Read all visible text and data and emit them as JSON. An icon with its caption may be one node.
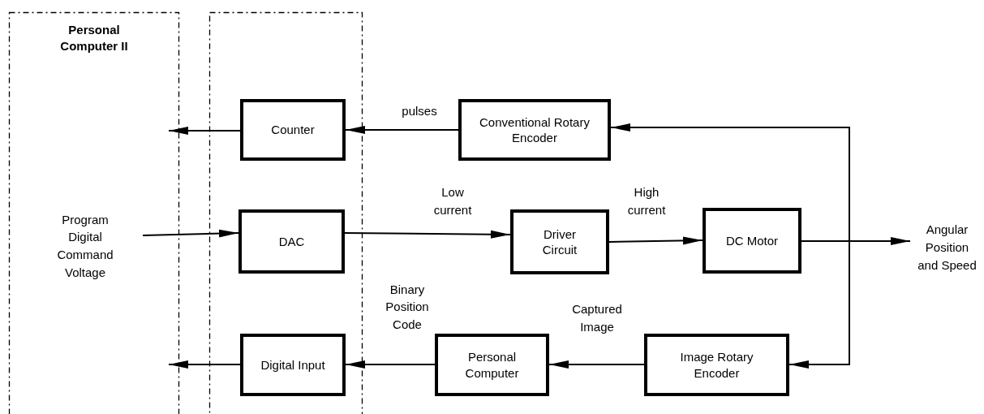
{
  "diagram": {
    "nodes": [
      {
        "text": [
          "Personal Computer II"
        ]
      },
      {
        "text": [],
        "shape": "box"
      },
      {
        "text": [
          "Counter"
        ],
        "in": 1
      },
      {
        "text": [
          "DAC"
        ],
        "in": 1
      },
      {
        "text": [
          "Digital Input"
        ],
        "in": 1
      },
      {
        "text": [
          "Conventional Rotary Encoder"
        ]
      },
      {
        "text": [
          "Driver Circuit"
        ]
      },
      {
        "text": [
          "DC Motor"
        ]
      },
      {
        "text": [
          "Personal Computer"
        ]
      },
      {
        "text": [
          "Image Rotary Encoder"
        ]
      },
      {
        "text": [
          "Program Digital Command Voltage"
        ],
        "in": 0
      },
      {
        "text": [
          "Angular Position and Speed"
        ]
      }
    ],
    "edges": [
      {
        "from": 2,
        "to": 0,
        "arrow": "to"
      },
      {
        "from": 5,
        "to": 2,
        "arrow": "to",
        "label": "pulses"
      },
      {
        "from": 10,
        "to": 3,
        "arrow": "to"
      },
      {
        "from": 3,
        "to": 6,
        "arrow": "to",
        "label": "Low current"
      },
      {
        "from": 6,
        "to": 7,
        "arrow": "to",
        "label": "High current"
      },
      {
        "from": 7,
        "to": 11,
        "arrow": "to"
      },
      {
        "from": 7,
        "to": 5,
        "arrow": "to"
      },
      {
        "from": 7,
        "to": 9,
        "arrow": "to"
      },
      {
        "from": 9,
        "to": 8,
        "arrow": "to",
        "label": "Captured Image"
      },
      {
        "from": 8,
        "to": 4,
        "arrow": "to",
        "label": "Binary Position Code"
      },
      {
        "from": 4,
        "to": 0,
        "arrow": "to"
      }
    ]
  }
}
